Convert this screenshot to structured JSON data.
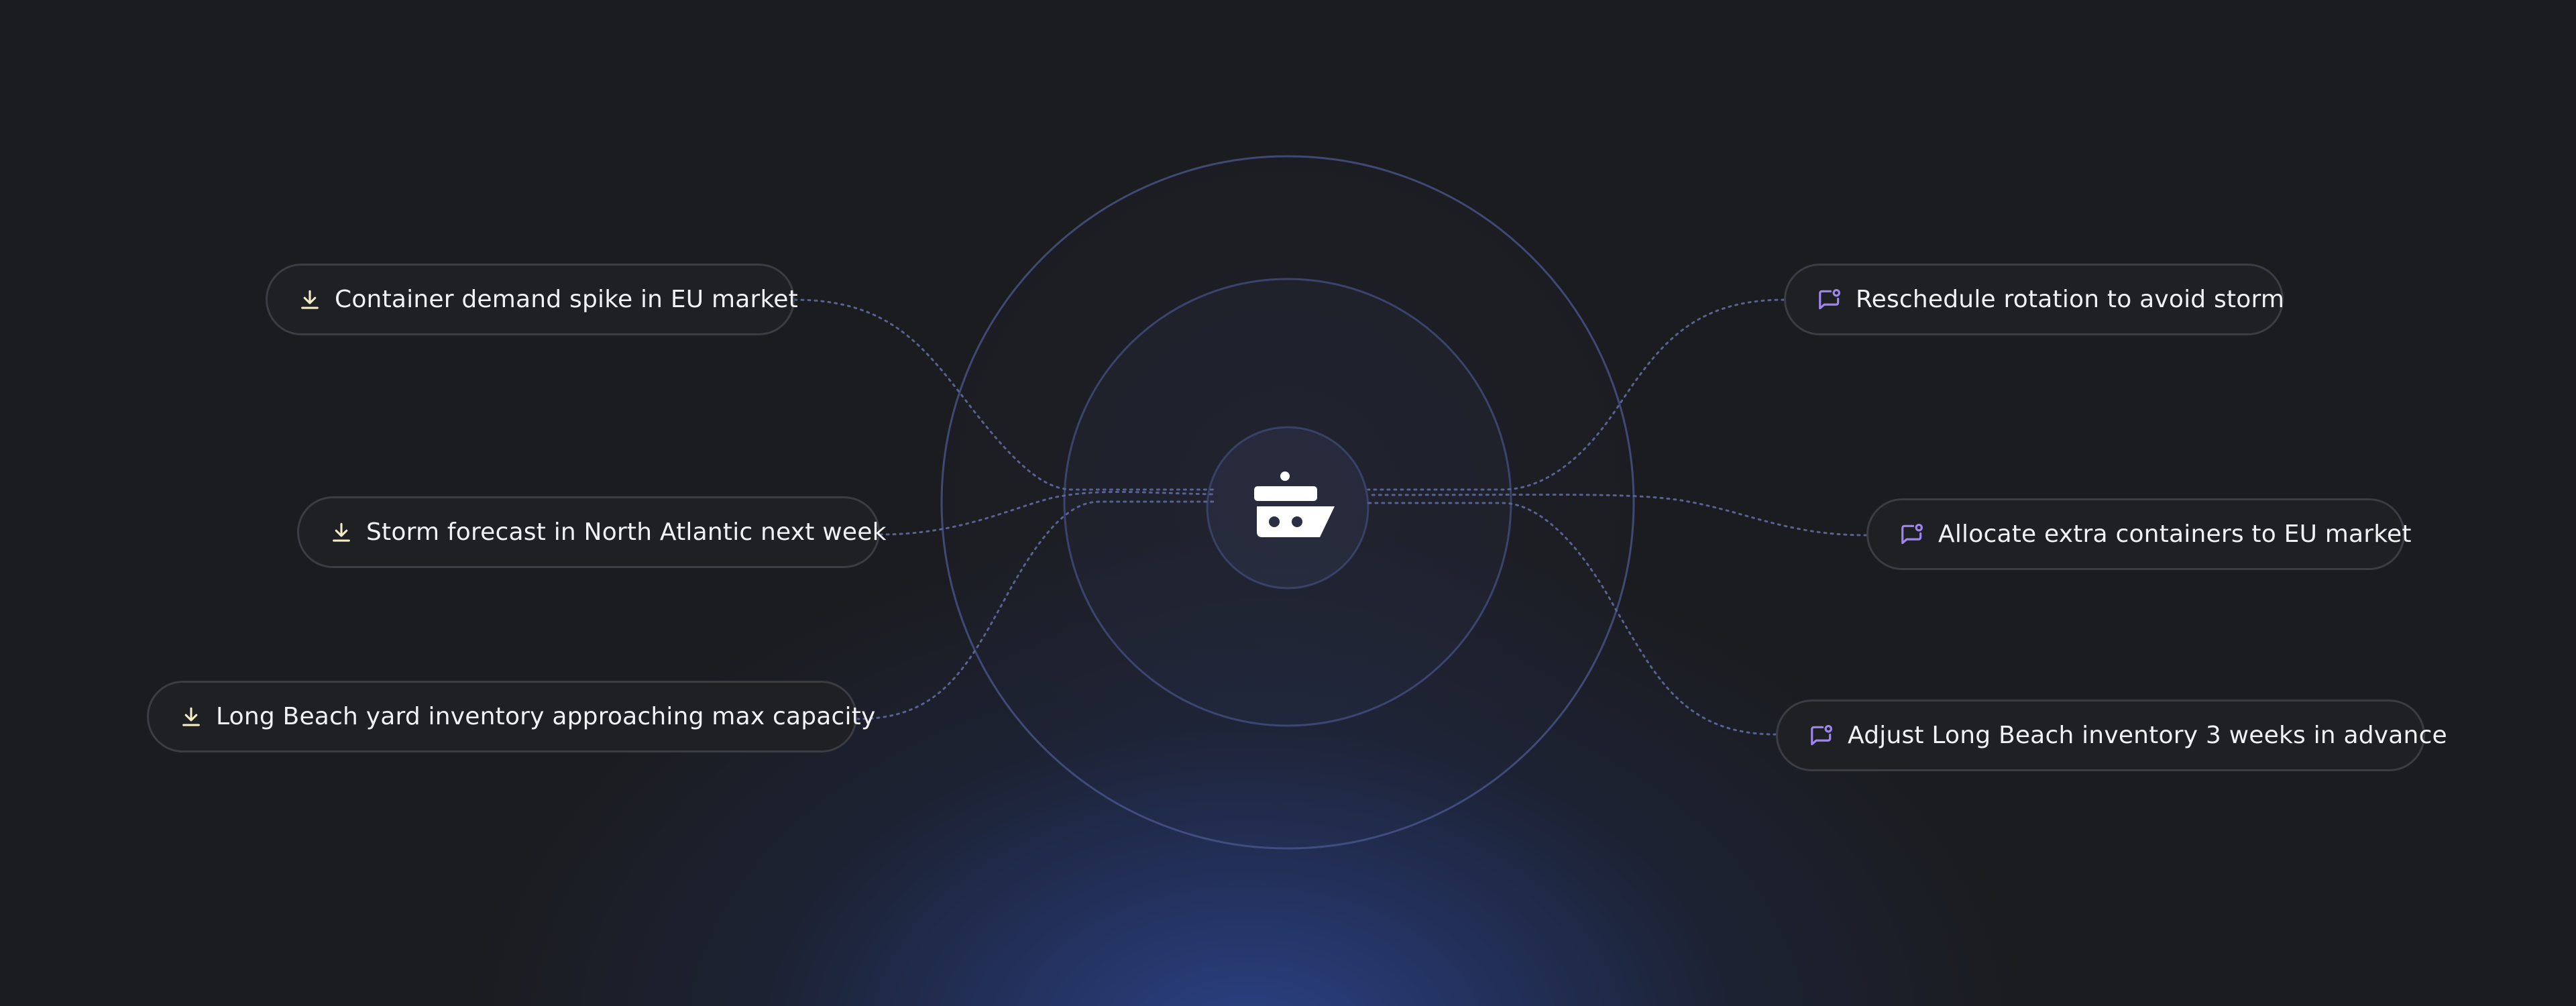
{
  "colors": {
    "background": "#1b1c20",
    "glow": "#2c448c",
    "pill_background": "#1f2024",
    "pill_border": "#3a3d44",
    "pill_text": "#f2f2f4",
    "input_icon": "#f4ecc4",
    "output_icon": "#9f86ee",
    "connector": "#5b6698",
    "ring": "#4b5890",
    "center_icon": "#ffffff"
  },
  "center": {
    "icon": "cargo-ship-icon"
  },
  "inputs": [
    {
      "label": "Container demand spike in EU market",
      "icon": "download-icon"
    },
    {
      "label": "Storm forecast in North Atlantic next week",
      "icon": "download-icon"
    },
    {
      "label": "Long Beach yard inventory approaching max capacity",
      "icon": "download-icon"
    }
  ],
  "outputs": [
    {
      "label": "Reschedule rotation to avoid storm",
      "icon": "message-notification-icon"
    },
    {
      "label": "Allocate extra containers to EU market",
      "icon": "message-notification-icon"
    },
    {
      "label": "Adjust Long Beach inventory 3 weeks in advance",
      "icon": "message-notification-icon"
    }
  ]
}
